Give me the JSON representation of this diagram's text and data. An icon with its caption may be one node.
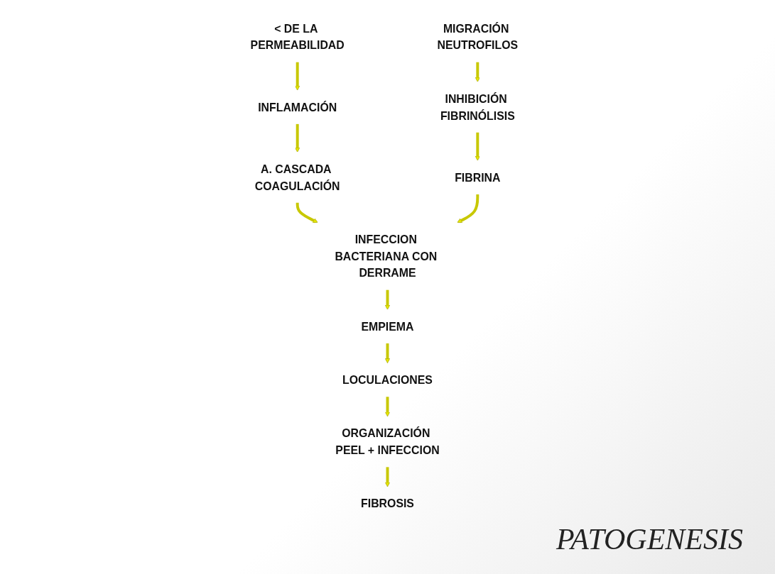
{
  "diagram": {
    "title": "PATOGENESIS",
    "nodes": [
      {
        "text": [
          "< DE LA PERMEABILIDAD"
        ]
      },
      {
        "text": [
          "MIGRACIÓN NEUTROFILOS"
        ]
      },
      {
        "text": [
          "INFLAMACIÓN"
        ]
      },
      {
        "text": [
          "INHIBICIÓN FIBRINÓLISIS"
        ]
      },
      {
        "text": [
          "A. CASCADA COAGULACIÓN"
        ]
      },
      {
        "text": [
          "FIBRINA"
        ]
      },
      {
        "text": [
          "INFECCION BACTERIANA CON DERRAME"
        ]
      },
      {
        "text": [
          "EMPIEMA"
        ]
      },
      {
        "text": [
          "LOCULACIONES"
        ]
      },
      {
        "text": [
          "ORGANIZACIÓN PEEL + INFECCION"
        ]
      },
      {
        "text": [
          "FIBROSIS"
        ]
      }
    ],
    "edges": [
      {
        "from": 0,
        "to": 2,
        "arrow": "to"
      },
      {
        "from": 2,
        "to": 4,
        "arrow": "to"
      },
      {
        "from": 4,
        "to": 6,
        "arrow": "to"
      },
      {
        "from": 1,
        "to": 3,
        "arrow": "to"
      },
      {
        "from": 3,
        "to": 5,
        "arrow": "to"
      },
      {
        "from": 5,
        "to": 6,
        "arrow": "to"
      },
      {
        "from": 6,
        "to": 7,
        "arrow": "to"
      },
      {
        "from": 7,
        "to": 8,
        "arrow": "to"
      },
      {
        "from": 8,
        "to": 9,
        "arrow": "to"
      },
      {
        "from": 9,
        "to": 10,
        "arrow": "to"
      }
    ]
  }
}
